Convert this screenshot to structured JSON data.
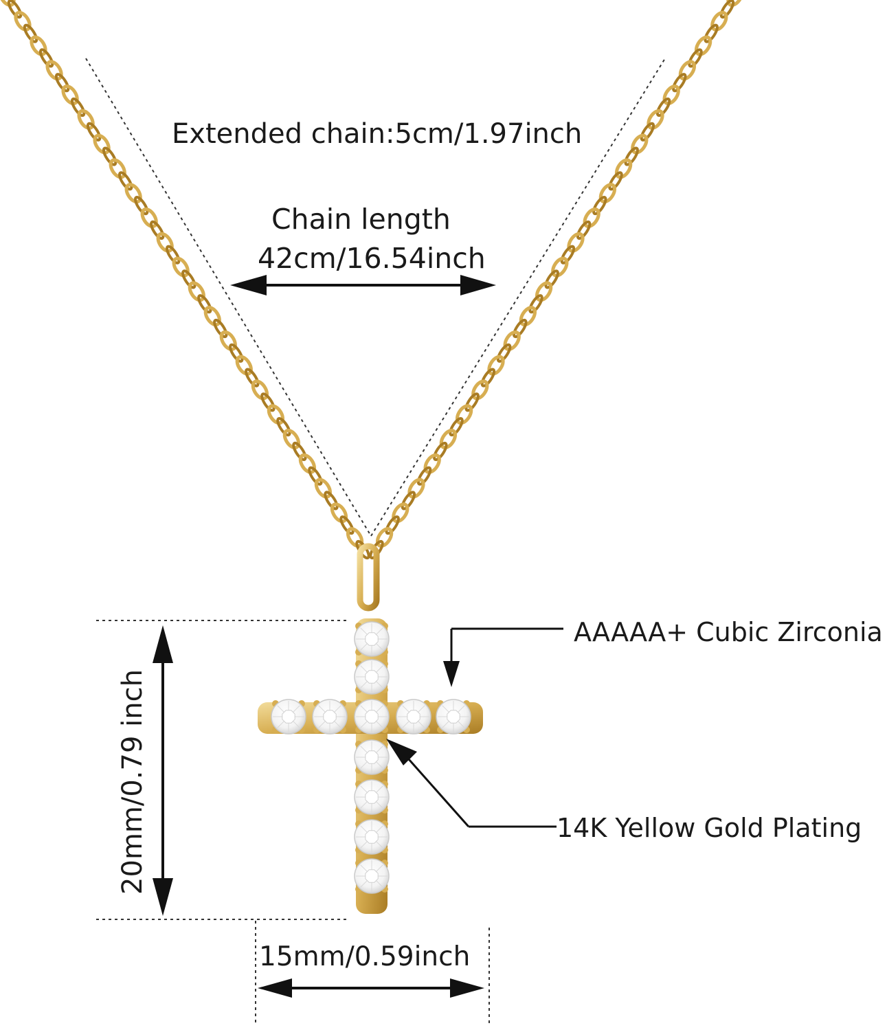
{
  "product": {
    "colors": {
      "gold": "#d7ae52",
      "gold_dark": "#a97c24",
      "gold_light": "#f2dc9b",
      "stone": "#fbfbfb",
      "stone_edge": "#c9c9c9",
      "text": "#1a1a1a"
    }
  },
  "annotations": {
    "extended_chain": "Extended chain:5cm/1.97inch",
    "chain_length_title": "Chain length",
    "chain_length_value": "42cm/16.54inch",
    "stone_callout": "AAAAA+ Cubic Zirconia",
    "plating_callout": "14K Yellow Gold Plating",
    "pendant_height": "20mm/0.79 inch",
    "pendant_width": "15mm/0.59inch"
  }
}
